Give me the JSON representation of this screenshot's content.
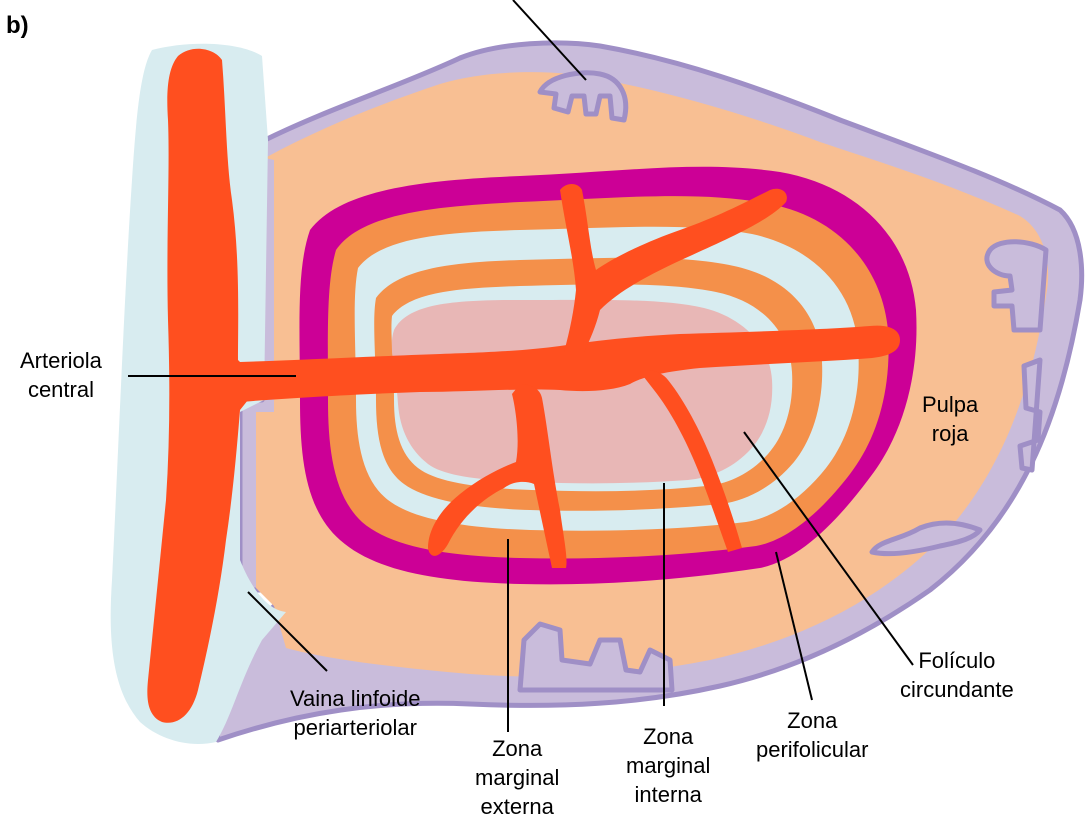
{
  "panel_label": "b)",
  "labels": {
    "arteriola_central": [
      "Arteriola",
      "central"
    ],
    "vaina": [
      "Vaina linfoide",
      "periarteriolar"
    ],
    "zona_externa": [
      "Zona",
      "marginal",
      "externa"
    ],
    "zona_interna": [
      "Zona",
      "marginal",
      "interna"
    ],
    "zona_perifolicular": [
      "Zona",
      "perifolicular"
    ],
    "foliculo": [
      "Folículo",
      "circundante"
    ],
    "pulpa_roja": [
      "Pulpa",
      "roja"
    ]
  },
  "colors": {
    "arteriole": "#ff4f1f",
    "sheath": "#d8ecf0",
    "capsule": "#c9bcdb",
    "capsule_outline": "#9f8fc6",
    "red_pulp": "#f8bf93",
    "perifollicular": "#cc0096",
    "outer_marginal": "#f4904a",
    "inner_marginal": "#d8ecf0",
    "follicle": "#e8b7b6",
    "leader": "#000000"
  }
}
